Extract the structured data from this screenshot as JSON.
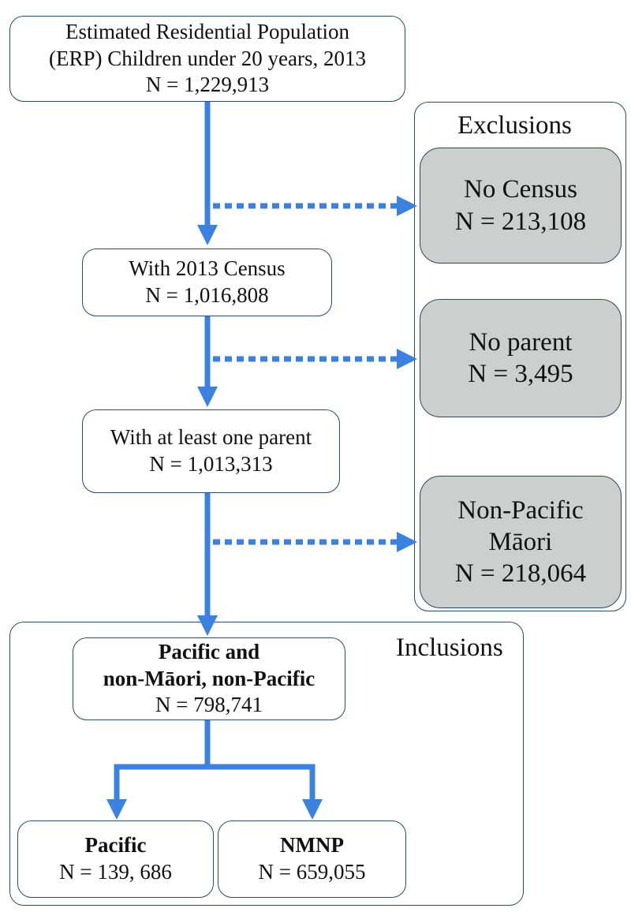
{
  "flow": {
    "erp": {
      "line1": "Estimated Residential Population",
      "line2": "(ERP) Children under 20 years, 2013",
      "count": "N = 1,229,913"
    },
    "with_census": {
      "label": "With 2013 Census",
      "count": "N = 1,016,808"
    },
    "with_parent": {
      "label": "With at least one parent",
      "count": "N = 1,013,313"
    },
    "pacific_nmnp": {
      "line1": "Pacific and",
      "line2": "non-Māori, non-Pacific",
      "count": "N = 798,741"
    },
    "pacific": {
      "label": "Pacific",
      "count": "N = 139, 686"
    },
    "nmnp": {
      "label": "NMNP",
      "count": "N = 659,055"
    }
  },
  "exclusions": {
    "title": "Exclusions",
    "no_census": {
      "label": "No Census",
      "count": "N = 213,108"
    },
    "no_parent": {
      "label": "No parent",
      "count": "N = 3,495"
    },
    "non_pacific_maori": {
      "line1": "Non-Pacific",
      "line2": "Māori",
      "count": "N = 218,064"
    }
  },
  "inclusions": {
    "title": "Inclusions"
  },
  "colors": {
    "arrow": "#3b82e0",
    "exclusion_fill": "#cbcfcd",
    "border": "#2a4a6a"
  }
}
